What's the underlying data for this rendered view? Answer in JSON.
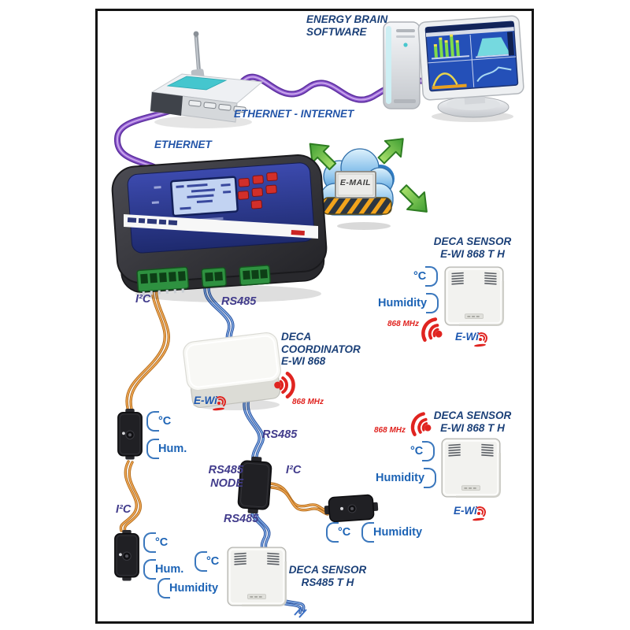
{
  "labels": {
    "software": "ENERGY BRAIN SOFTWARE",
    "ethernet_internet": "ETHERNET - INTERNET",
    "ethernet": "ETHERNET",
    "email": "E-MAIL",
    "i2c": "I²C",
    "rs485": "RS485",
    "rs485_node": "RS485 NODE",
    "freq": "868 MHz",
    "ewi": "E-Wi"
  },
  "devices": {
    "coordinator": "DECA COORDINATOR E-WI 868",
    "wireless_sensor": "DECA SENSOR E-WI 868 T H",
    "wired_sensor": "DECA SENSOR RS485 T H"
  },
  "measurements": {
    "temperature": "°C",
    "humidity": "Humidity",
    "humidity_short": "Hum."
  },
  "icons": [
    "wifi-signal-icon",
    "green-arrow-icon",
    "email-cloud-icon",
    "router-icon",
    "computer-icon"
  ],
  "colors": {
    "title_navy": "#1b4078",
    "bus_purple": "#423c8c",
    "ethernet_blue": "#2254a8",
    "measure_blue": "#1c63b5",
    "freq_red": "#e0231f",
    "wire_orange": "#d9872c",
    "wire_blue": "#3a6fc4",
    "wire_purple": "#8a55cc",
    "arrow_green": "#4aa438"
  }
}
